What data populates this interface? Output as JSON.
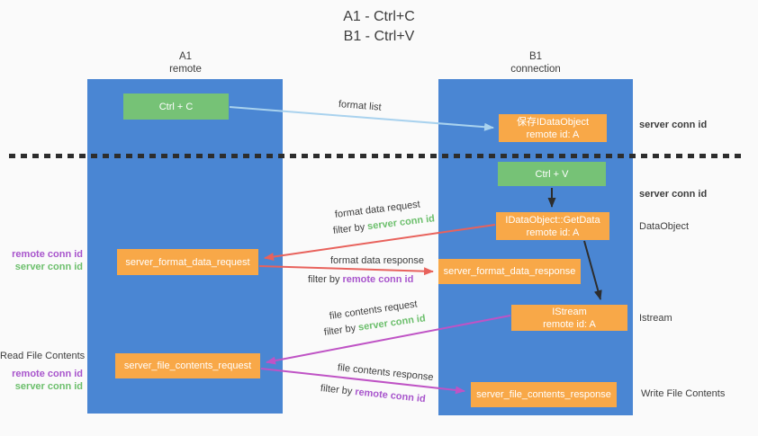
{
  "title": {
    "line1": "A1 - Ctrl+C",
    "line2": "B1 - Ctrl+V"
  },
  "lanes": {
    "left": {
      "name": "A1",
      "role": "remote"
    },
    "right": {
      "name": "B1",
      "role": "connection"
    }
  },
  "nodes": {
    "ctrl_c": {
      "label": "Ctrl + C"
    },
    "save_idataobject": {
      "line1": "保存IDataObject",
      "line2": "remote id: A"
    },
    "ctrl_v": {
      "label": "Ctrl + V"
    },
    "getdata": {
      "line1": "IDataObject::GetData",
      "line2": "remote id: A"
    },
    "format_request": {
      "label": "server_format_data_request"
    },
    "format_response": {
      "label": "server_format_data_response"
    },
    "istream": {
      "line1": "IStream",
      "line2": "remote id: A"
    },
    "file_request": {
      "label": "server_file_contents_request"
    },
    "file_response": {
      "label": "server_file_contents_response"
    }
  },
  "edge_labels": {
    "format_list": "format list",
    "format_data_request": "format data request",
    "format_data_response": "format data response",
    "file_contents_request": "file contents request",
    "file_contents_response": "file contents response",
    "filter_by": "filter by",
    "server_conn_id": "server conn id",
    "remote_conn_id": "remote conn id"
  },
  "side_labels": {
    "right_top_server_conn_id": "server conn id",
    "right_mid_server_conn_id": "server conn id",
    "dataobject": "DataObject",
    "istream": "Istream",
    "write_file_contents": "Write File Contents",
    "left_format_remote_conn_id": "remote conn id",
    "left_format_server_conn_id": "server conn id",
    "read_file_contents": "Read File Contents",
    "left_file_remote_conn_id": "remote conn id",
    "left_file_server_conn_id": "server conn id"
  },
  "colors": {
    "lane_blue": "#4a86d3",
    "box_orange": "#f8a848",
    "box_green": "#76c276",
    "arrow_light_blue": "#a9d2ee",
    "arrow_red": "#e8625c",
    "arrow_magenta": "#bf53c5",
    "arrow_black": "#2d2d2d",
    "text_green": "#6cbf6c",
    "text_purple": "#a855cc",
    "text_dark": "#3d3d3d",
    "background": "#fafafa"
  }
}
